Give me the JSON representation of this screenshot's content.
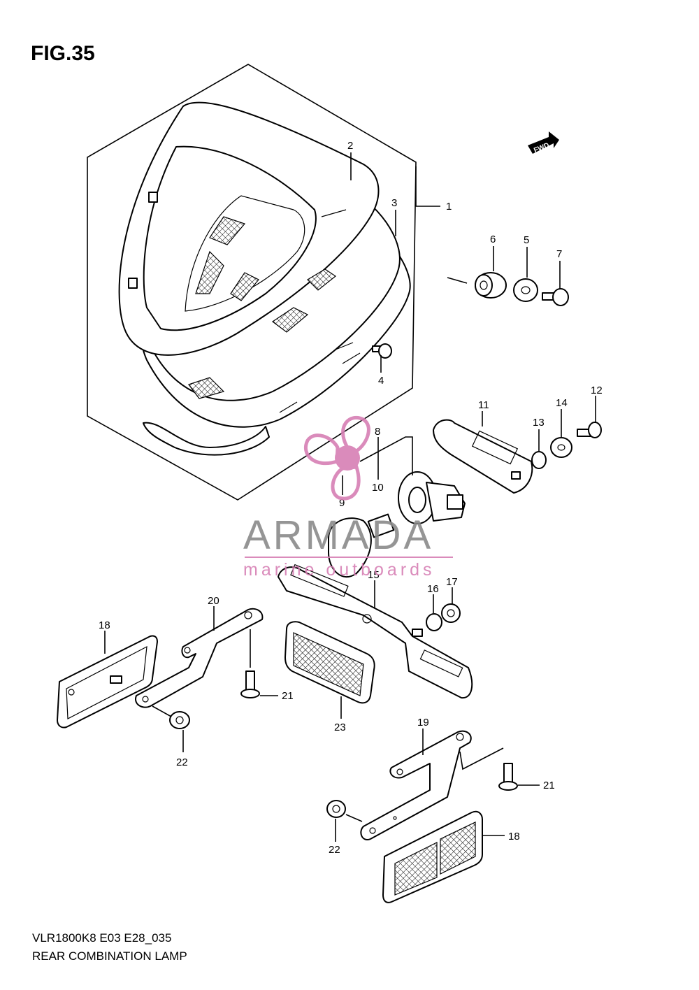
{
  "figure": {
    "title": "FIG.35",
    "code": "VLR1800K8 E03 E28_035",
    "name": "REAR COMBINATION LAMP",
    "direction_marker": "FWD"
  },
  "watermark": {
    "brand": "ARMADA",
    "tagline": "marine outboards",
    "brand_color": "#8a8a8a",
    "accent_color": "#d77fb4"
  },
  "callouts": {
    "c1": "1",
    "c2": "2",
    "c3": "3",
    "c4": "4",
    "c5": "5",
    "c6": "6",
    "c7": "7",
    "c8": "8",
    "c9": "9",
    "c10": "10",
    "c11": "11",
    "c12": "12",
    "c13": "13",
    "c14": "14",
    "c15": "15",
    "c16": "16",
    "c17": "17",
    "c18a": "18",
    "c18b": "18",
    "c19": "19",
    "c20": "20",
    "c21a": "21",
    "c21b": "21",
    "c22a": "22",
    "c22b": "22",
    "c23": "23"
  }
}
